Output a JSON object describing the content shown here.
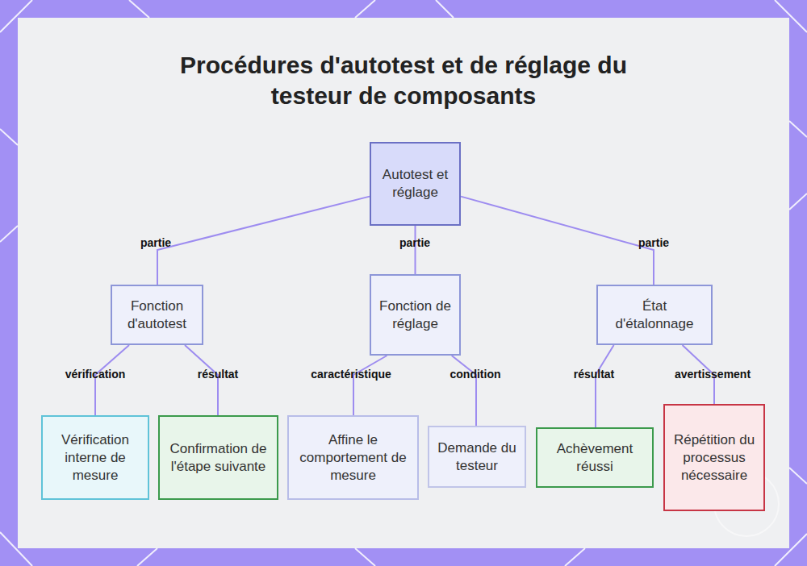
{
  "diagram": {
    "title": "Procédures d'autotest et de réglage du testeur de composants",
    "nodes": [
      {
        "text": [
          "Autotest et réglage"
        ]
      },
      {
        "text": [
          "Fonction d'autotest"
        ]
      },
      {
        "text": [
          "Fonction de réglage"
        ]
      },
      {
        "text": [
          "État d'étalonnage"
        ]
      },
      {
        "text": [
          "Vérification interne de mesure"
        ]
      },
      {
        "text": [
          "Confirmation de l'étape suivante"
        ]
      },
      {
        "text": [
          "Affine le comportement de mesure"
        ]
      },
      {
        "text": [
          "Demande du testeur"
        ]
      },
      {
        "text": [
          "Achèvement réussi"
        ]
      },
      {
        "text": [
          "Répétition du processus nécessaire"
        ]
      }
    ],
    "edges": [
      {
        "from": 0,
        "to": 1,
        "label": "partie",
        "arrow": "none"
      },
      {
        "from": 0,
        "to": 2,
        "label": "partie",
        "arrow": "none"
      },
      {
        "from": 0,
        "to": 3,
        "label": "partie",
        "arrow": "none"
      },
      {
        "from": 1,
        "to": 4,
        "label": "vérification",
        "arrow": "none"
      },
      {
        "from": 1,
        "to": 5,
        "label": "résultat",
        "arrow": "none"
      },
      {
        "from": 2,
        "to": 6,
        "label": "caractéristique",
        "arrow": "none"
      },
      {
        "from": 2,
        "to": 7,
        "label": "condition",
        "arrow": "none"
      },
      {
        "from": 3,
        "to": 8,
        "label": "résultat",
        "arrow": "none"
      },
      {
        "from": 3,
        "to": 9,
        "label": "avertissement",
        "arrow": "none"
      }
    ]
  }
}
